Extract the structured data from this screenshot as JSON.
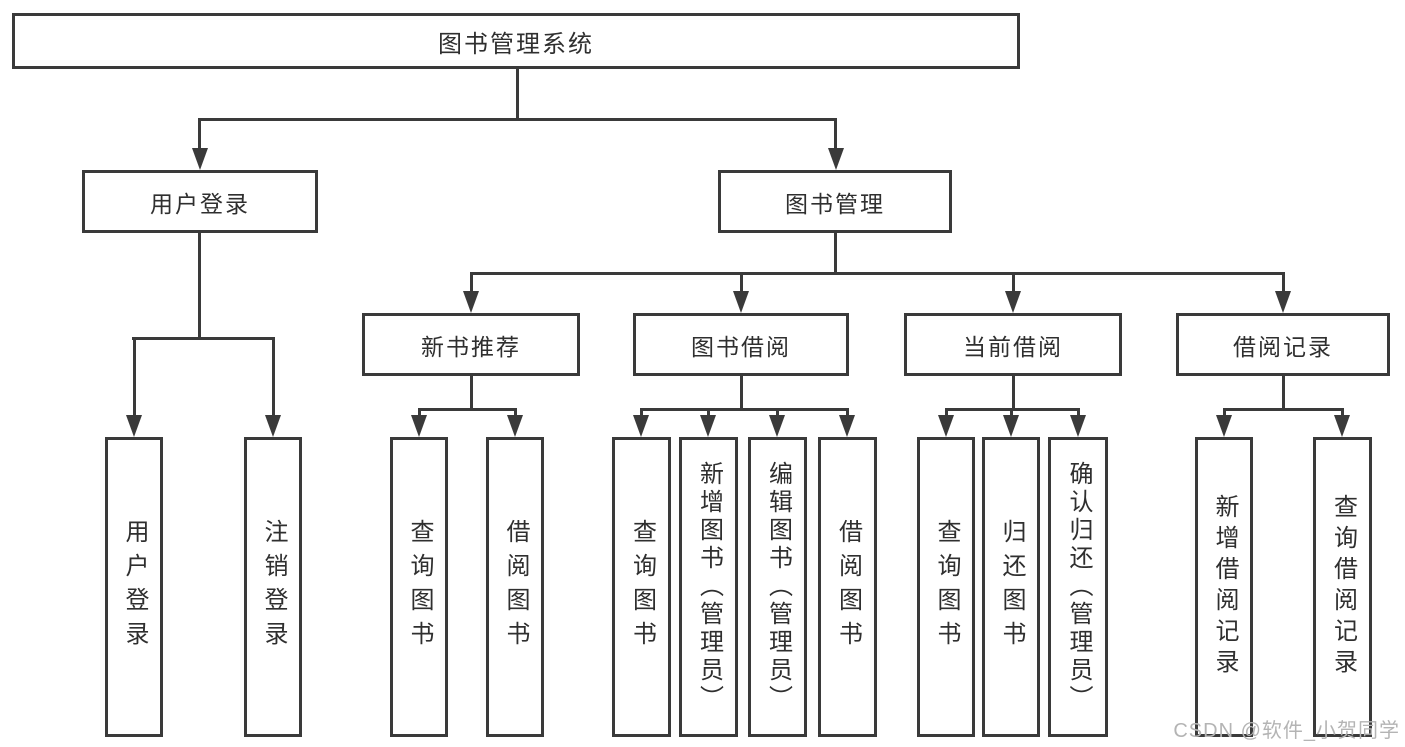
{
  "colors": {
    "line": "#3a3a3a",
    "text": "#2f2f2f",
    "watermark": "#b4b4b4",
    "background": "#ffffff"
  },
  "tree": {
    "root": "图书管理系统",
    "user_login": {
      "label": "用户登录",
      "children": [
        "用户登录",
        "注销登录"
      ]
    },
    "book_mgmt": {
      "label": "图书管理",
      "sections": [
        {
          "label": "新书推荐",
          "children": [
            "查询图书",
            "借阅图书"
          ]
        },
        {
          "label": "图书借阅",
          "children": [
            "查询图书",
            "新增图书（管理员）",
            "编辑图书（管理员）",
            "借阅图书"
          ]
        },
        {
          "label": "当前借阅",
          "children": [
            "查询图书",
            "归还图书",
            "确认归还（管理员）"
          ]
        },
        {
          "label": "借阅记录",
          "children": [
            "新增借阅记录",
            "查询借阅记录"
          ]
        }
      ]
    }
  },
  "watermark": "CSDN @软件_小贺同学"
}
